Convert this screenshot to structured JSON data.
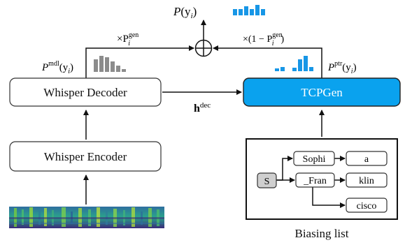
{
  "boxes": {
    "decoder": "Whisper Decoder",
    "encoder": "Whisper Encoder",
    "tcpgen": "TCPGen"
  },
  "labels": {
    "output_main": "P",
    "output_paren": "(y",
    "output_sub": "i",
    "output_close": ")",
    "mdl_main": "P",
    "mdl_sup": "mdl",
    "mdl_paren": "(y",
    "mdl_sub": "i",
    "mdl_close": ")",
    "ptr_main": "P",
    "ptr_sup": "ptr",
    "ptr_paren": "(y",
    "ptr_sub": "i",
    "ptr_close": ")",
    "gen_left_times": "×P",
    "gen_left_sup": "gen",
    "gen_left_sub": "i",
    "gen_right_prefix": "×(1 − P",
    "gen_right_sup": "gen",
    "gen_right_sub": "i",
    "gen_right_close": ")",
    "hdec_main": "h",
    "hdec_sup": "dec"
  },
  "tree": {
    "root": "S",
    "n1": "Sophi",
    "n2": "a",
    "n3": "_Fran",
    "n4": "klin",
    "n5": "cisco"
  },
  "caption": "Biasing list",
  "colors": {
    "accent": "#1796e6",
    "tcpgen_fill": "#0aa2ee",
    "gray_bars": "#8c8c8c",
    "root_fill": "#cfcfcf"
  }
}
